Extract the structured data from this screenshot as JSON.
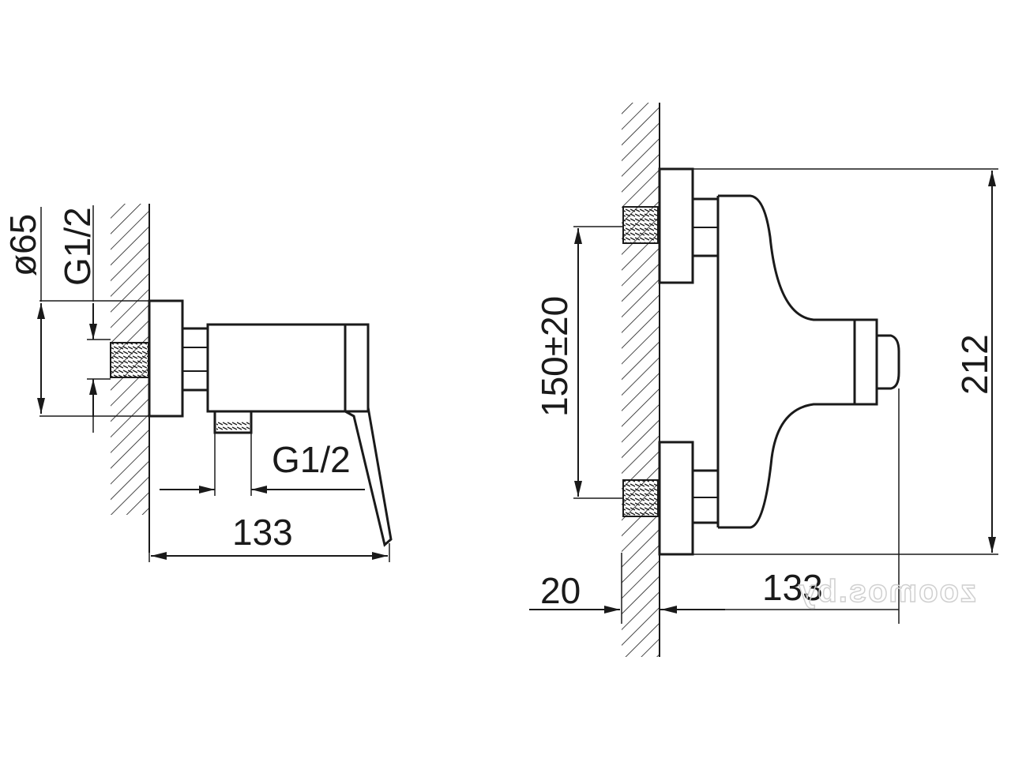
{
  "side_view": {
    "diameter_label": "ø65",
    "inlet_thread_label": "G1/2",
    "outlet_thread_label": "G1/2",
    "length_label": "133"
  },
  "front_view": {
    "inlet_spacing_label": "150±20",
    "height_label": "212",
    "wall_offset_label": "20",
    "length_label": "133"
  },
  "watermark": {
    "text": "zoomos.by"
  },
  "colors": {
    "ink": "#1a1a1a",
    "background": "#ffffff",
    "watermark": "#d0d0d0"
  }
}
